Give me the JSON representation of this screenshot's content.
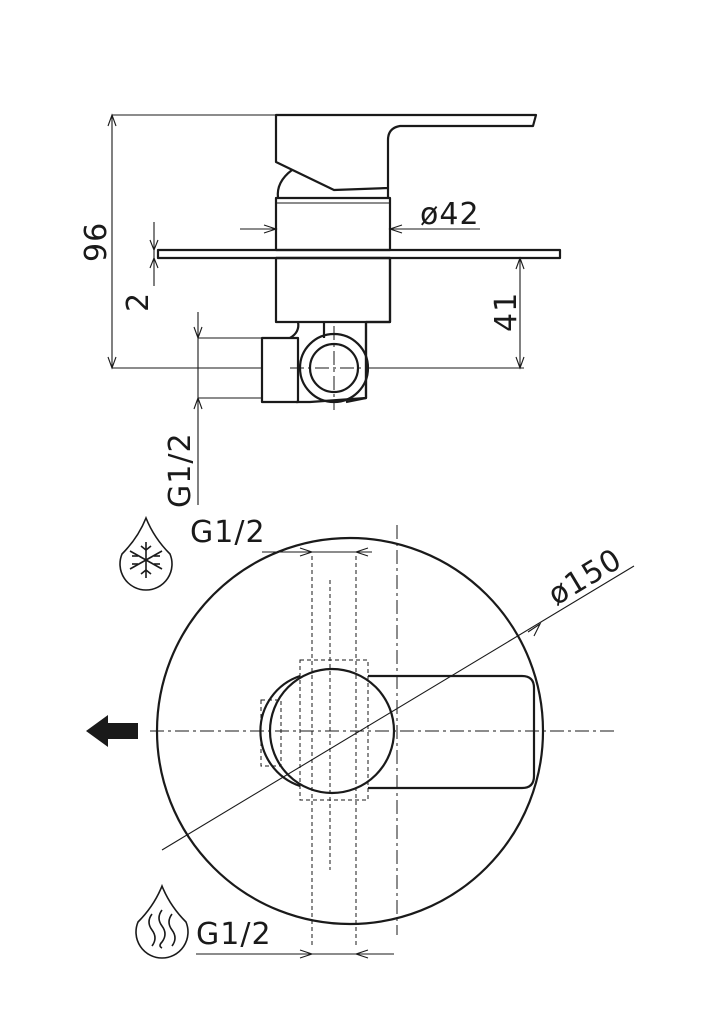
{
  "dimensions": {
    "height_total": "96",
    "plate_thickness": "2",
    "body_diameter": "ø42",
    "depth": "41",
    "side_connection": "G1/2",
    "cold_inlet": "G1/2",
    "hot_inlet": "G1/2",
    "plate_diameter": "ø150"
  },
  "icons": {
    "cold_water": "snowflake-drop-icon",
    "hot_water": "steam-drop-icon",
    "outlet": "arrow-left-icon"
  }
}
